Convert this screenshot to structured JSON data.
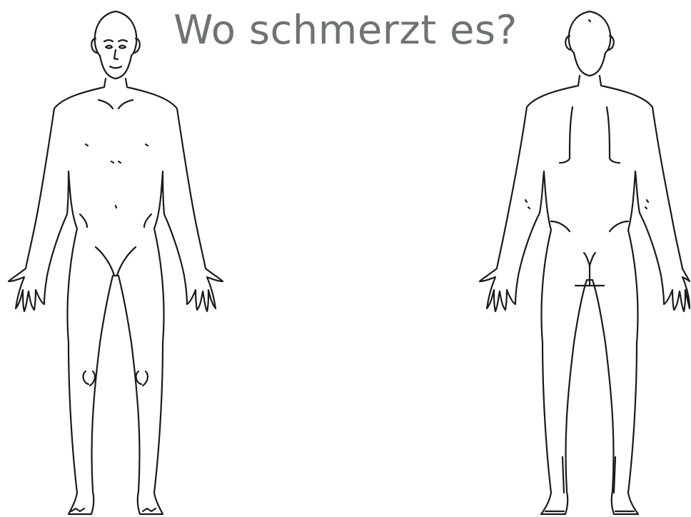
{
  "title": "Wo schmerzt es?",
  "colors": {
    "background": "#ffffff",
    "title_text": "#6e7375",
    "outline": "#1a1a1a"
  },
  "figures": [
    {
      "id": "front",
      "icon": "body-front-outline-icon"
    },
    {
      "id": "back",
      "icon": "body-back-outline-icon"
    }
  ]
}
